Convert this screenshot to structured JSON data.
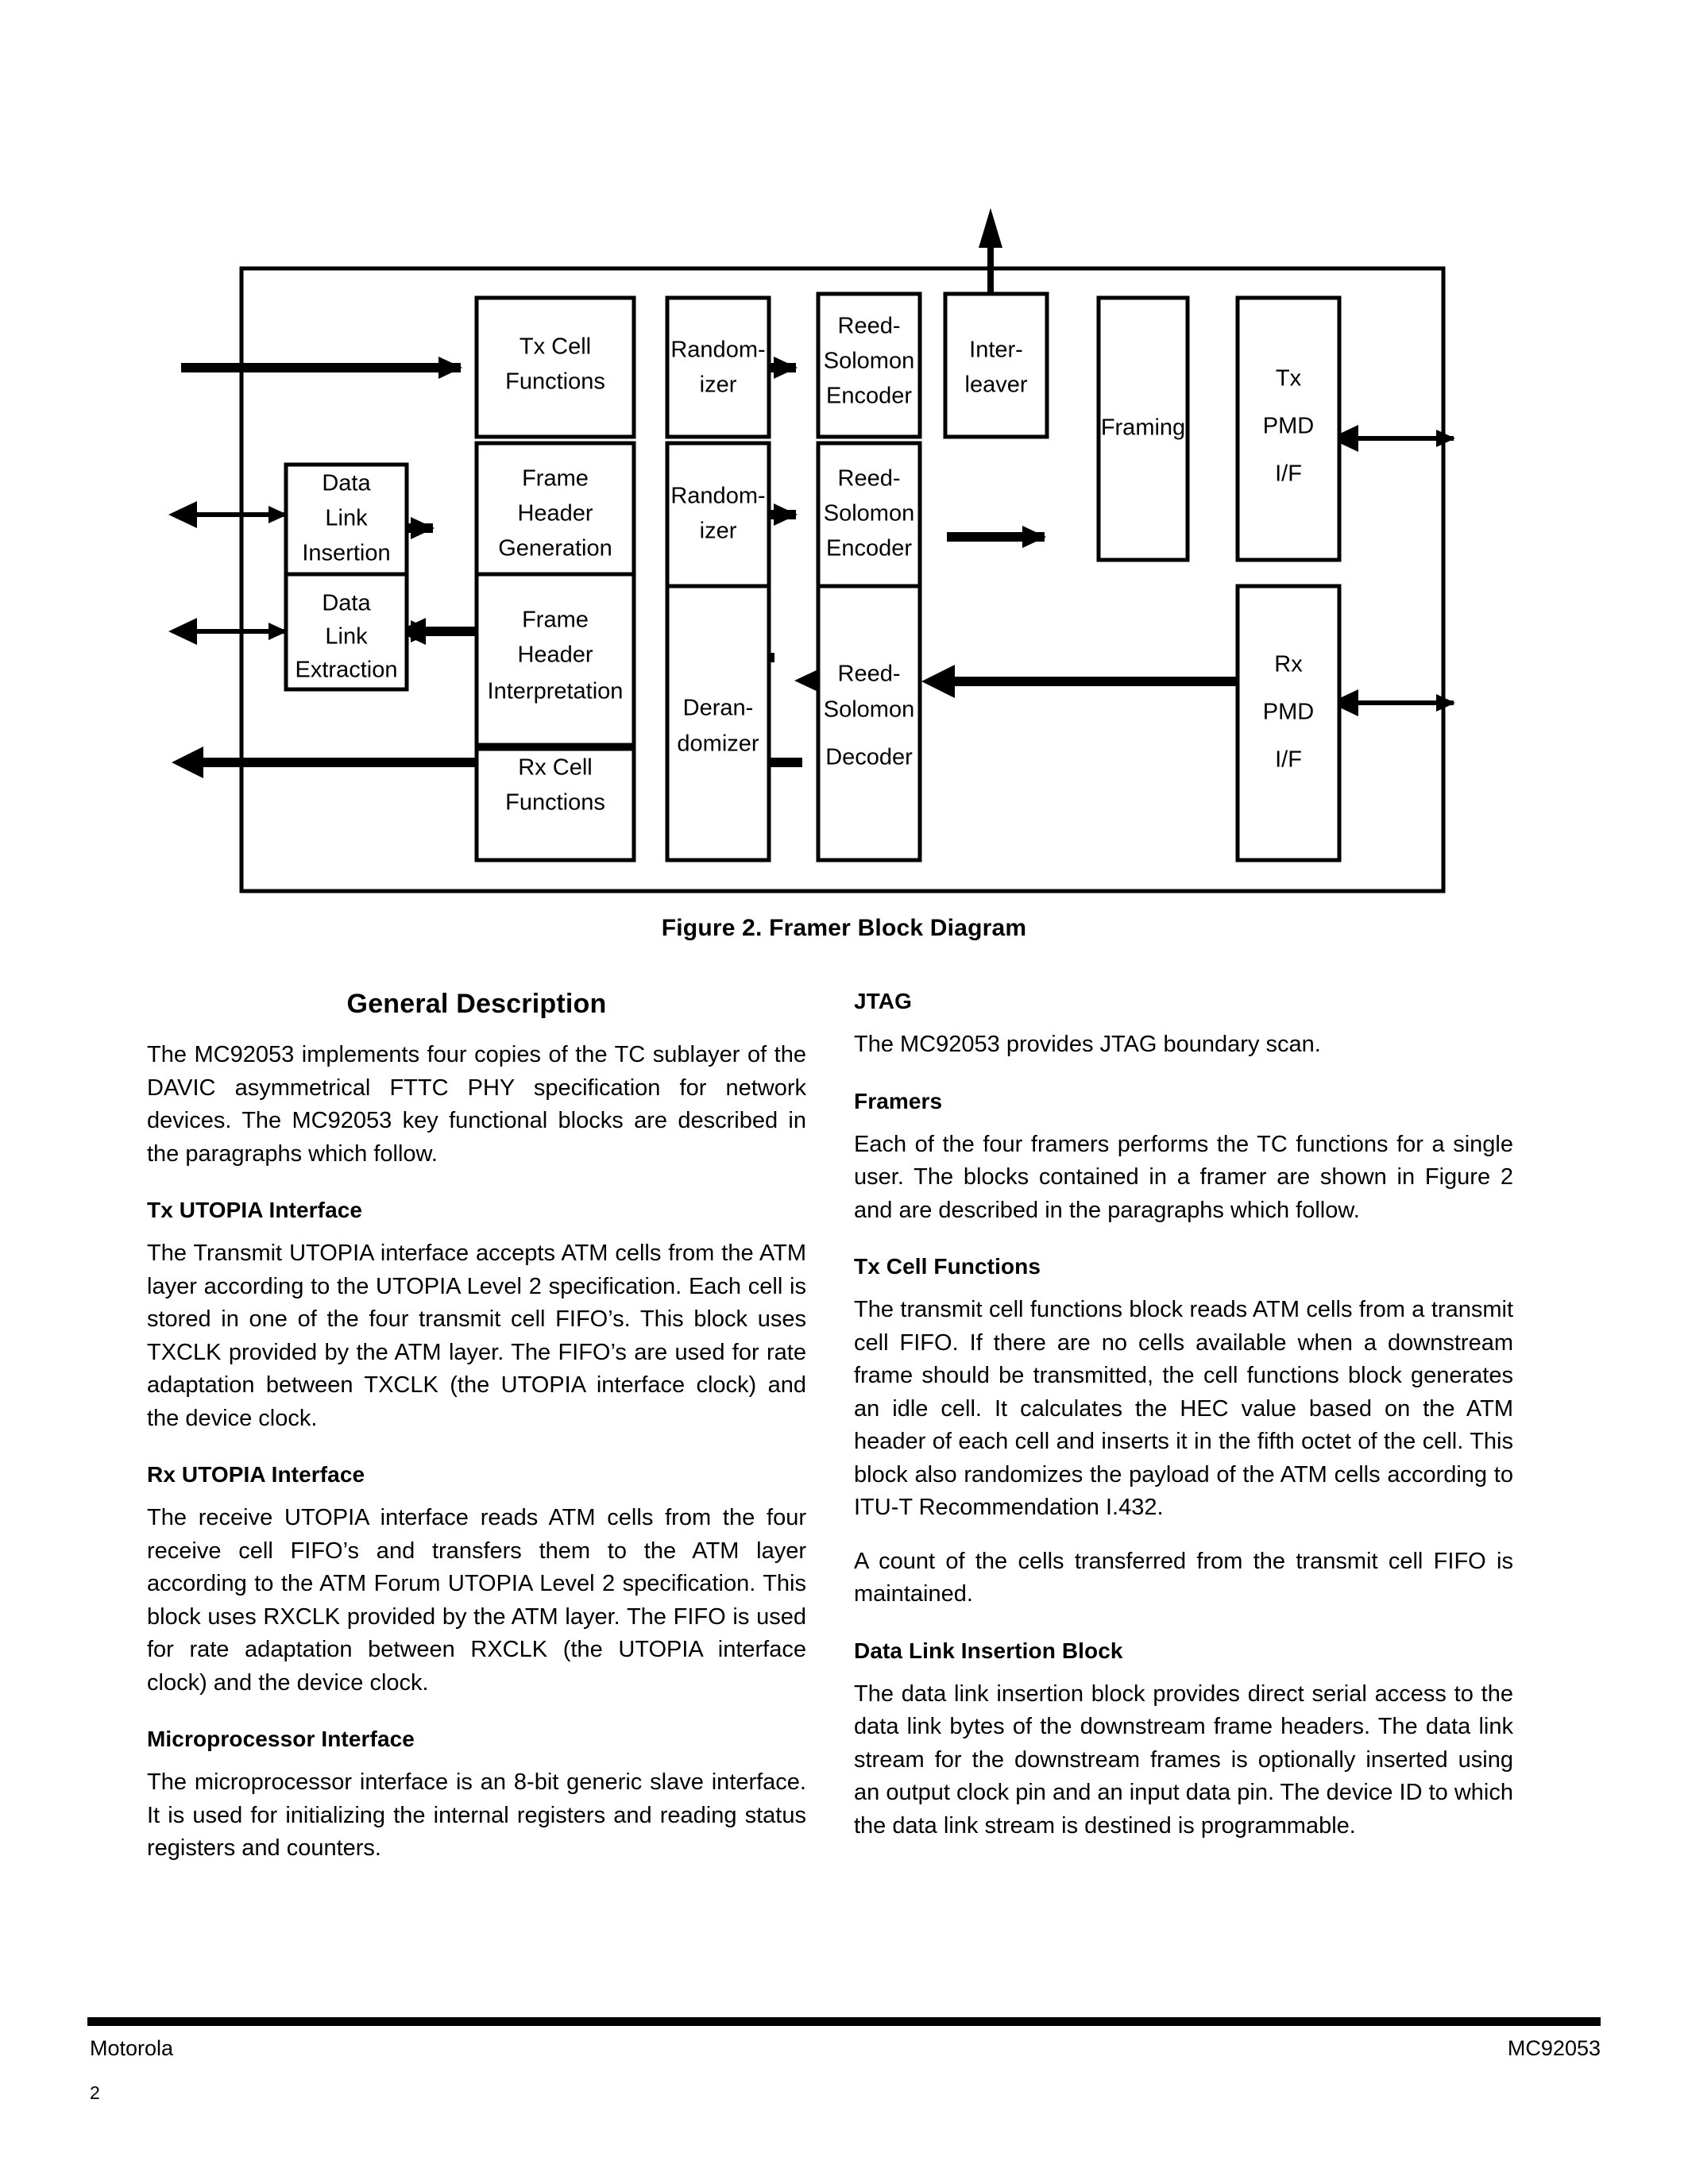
{
  "figure": {
    "caption": "Figure 2.  Framer Block Diagram",
    "blocks": [
      {
        "id": "tx-cell-functions",
        "lines": [
          "Tx Cell",
          "Functions"
        ]
      },
      {
        "id": "randomizer-tx-cell",
        "lines": [
          "Random-",
          "izer"
        ]
      },
      {
        "id": "reed-solomon-encoder-tx",
        "lines": [
          "Reed-",
          "Solomon",
          "Encoder"
        ]
      },
      {
        "id": "interleaver",
        "lines": [
          "Inter-",
          "leaver"
        ]
      },
      {
        "id": "framing",
        "lines": [
          "Framing"
        ]
      },
      {
        "id": "tx-pmd-if",
        "lines": [
          "Tx",
          "PMD",
          "I/F"
        ]
      },
      {
        "id": "data-link-insertion",
        "lines": [
          "Data",
          "Link",
          "Insertion"
        ]
      },
      {
        "id": "frame-header-generation",
        "lines": [
          "Frame",
          "Header",
          "Generation"
        ]
      },
      {
        "id": "randomizer-frame-header",
        "lines": [
          "Random-",
          "izer"
        ]
      },
      {
        "id": "reed-solomon-encoder-fh",
        "lines": [
          "Reed-",
          "Solomon",
          "Encoder"
        ]
      },
      {
        "id": "data-link-extraction",
        "lines": [
          "Data",
          "Link",
          "Extraction"
        ]
      },
      {
        "id": "frame-header-interpretation",
        "lines": [
          "Frame",
          "Header",
          "Interpretation"
        ]
      },
      {
        "id": "derandomizer",
        "lines": [
          "Deran-",
          "domizer"
        ]
      },
      {
        "id": "reed-solomon-decoder",
        "lines": [
          "Reed-",
          "Solomon",
          "Decoder"
        ]
      },
      {
        "id": "rx-cell-functions",
        "lines": [
          "Rx Cell",
          "Functions"
        ]
      },
      {
        "id": "rx-pmd-if",
        "lines": [
          "Rx",
          "PMD",
          "I/F"
        ]
      }
    ]
  },
  "left_column": {
    "section_title": "General Description",
    "intro": "The MC92053 implements four copies of the TC sublayer of the DAVIC asymmetrical FTTC PHY specification for network devices. The MC92053 key functional blocks are described in the paragraphs which follow.",
    "sections": [
      {
        "heading": "Tx UTOPIA Interface",
        "body": "The Transmit UTOPIA interface accepts ATM cells from the ATM layer according to the UTOPIA Level 2 specification. Each cell is stored in one of the four transmit cell FIFO’s. This block uses TXCLK provided by the ATM layer. The FIFO’s are used for rate adaptation between TXCLK (the UTOPIA interface clock) and the device clock."
      },
      {
        "heading": "Rx UTOPIA Interface",
        "body": "The receive UTOPIA interface reads ATM cells from the four receive cell FIFO’s and transfers them to the ATM layer according to the ATM Forum UTOPIA Level 2 specification. This block uses RXCLK provided by the ATM layer. The FIFO is used for rate adaptation between RXCLK (the UTOPIA interface clock) and the device clock."
      },
      {
        "heading": "Microprocessor Interface",
        "body": "The microprocessor interface is an 8-bit generic slave interface. It is used for initializing the internal registers and reading status registers and counters."
      }
    ]
  },
  "right_column": {
    "sections": [
      {
        "heading": "JTAG",
        "body": "The MC92053 provides JTAG boundary scan."
      },
      {
        "heading": "Framers",
        "body": "Each of the four framers performs the TC functions for a single user. The blocks contained in a framer are shown in Figure 2 and are described in the paragraphs which follow."
      },
      {
        "heading": "Tx Cell Functions",
        "body": "The transmit cell functions block reads ATM cells from a transmit cell FIFO. If there are no cells available when a downstream frame should be transmitted, the cell functions block generates an idle cell. It calculates the HEC value based on the ATM header of each cell and inserts it in the fifth octet of the cell. This block also randomizes the payload of the ATM cells according to ITU-T Recommendation I.432.",
        "body2": "A count of the cells transferred from the transmit cell FIFO is maintained."
      },
      {
        "heading": "Data Link Insertion Block",
        "body": "The data link insertion block provides direct serial access to the data link bytes of the downstream frame headers. The data link stream for the downstream frames is optionally inserted using an output clock pin and an input data pin. The device ID to which the data link stream is destined is programmable."
      }
    ]
  },
  "footer": {
    "left": "Motorola",
    "right": "MC92053",
    "page_number": "2"
  }
}
